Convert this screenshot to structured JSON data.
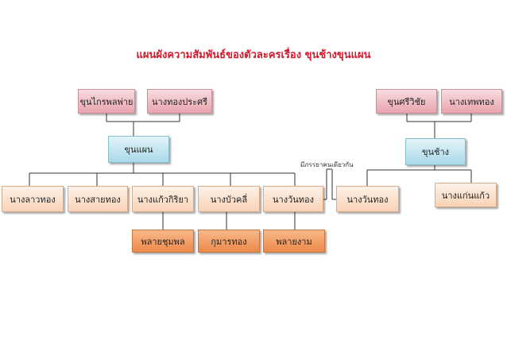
{
  "title": "แผนผังความสัมพันธ์ของตัวละครเรื่อง ขุนช้างขุนแผน",
  "nodes": {
    "khun_krai": "ขุนไกรพลพ่าย",
    "nang_thong_prasri": "นางทองประศรี",
    "khun_sri_wichai": "ขุนศรีวิชัย",
    "nang_thep_thong": "นางเทพทอง",
    "khun_phaen": "ขุนแผน",
    "khun_chang": "ขุนช้าง",
    "nang_lao_thong": "นางลาวทอง",
    "nang_sai_thong": "นางสายทอง",
    "nang_kaeo_kiriya": "นางแก้วกิริยา",
    "nang_bua_khli": "นางบัวคลี่",
    "nang_wanthong_1": "นางวันทอง",
    "nang_wanthong_2": "นางวันทอง",
    "nang_kaen_kaeo": "นางแก่นแก้ว",
    "phlai_chumphon": "พลายชุมพล",
    "kuman_thong": "กุมารทอง",
    "phlai_ngam": "พลายงาม"
  },
  "annotation": "มีภรรยาคนเดียวกัน",
  "colors": {
    "title": "#d3192c",
    "parents": "#e9a3ad",
    "main": "#a9d9e8",
    "wives": "#f8d3b6",
    "children": "#ec8a4b"
  }
}
